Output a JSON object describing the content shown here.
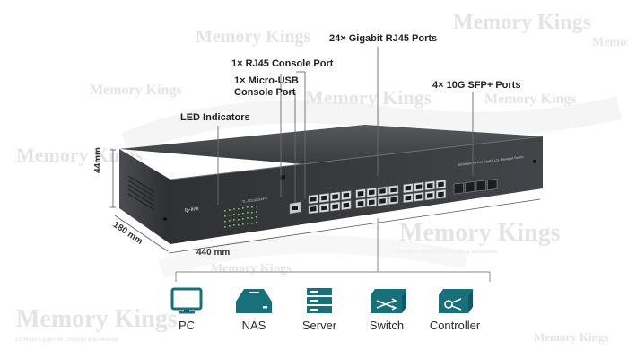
{
  "callouts": {
    "gigabit_ports": "24× Gigabit RJ45 Ports",
    "rj45_console": "1× RJ45 Console Port",
    "micro_usb_line1": "1× Micro-USB",
    "micro_usb_line2": "Console Port",
    "sfp_ports": "4× 10G SFP+ Ports",
    "led_indicators": "LED Indicators"
  },
  "dimensions": {
    "height": "44mm",
    "depth": "180 mm",
    "width": "440 mm"
  },
  "devices": [
    {
      "label": "PC",
      "icon": "monitor-icon"
    },
    {
      "label": "NAS",
      "icon": "nas-icon"
    },
    {
      "label": "Server",
      "icon": "server-icon"
    },
    {
      "label": "Switch",
      "icon": "switch-icon"
    },
    {
      "label": "Controller",
      "icon": "controller-icon"
    }
  ],
  "switch_branding": {
    "logo": "tp-link",
    "model": "TL-SG3428XPP"
  },
  "watermark": {
    "text": "Memory Kings",
    "tagline": "Lo Mejor Equipo de Cómputo & accesorios"
  },
  "colors": {
    "accent": "#1a8a92",
    "chassis": "#3b3d40",
    "text": "#1f1f1f"
  }
}
